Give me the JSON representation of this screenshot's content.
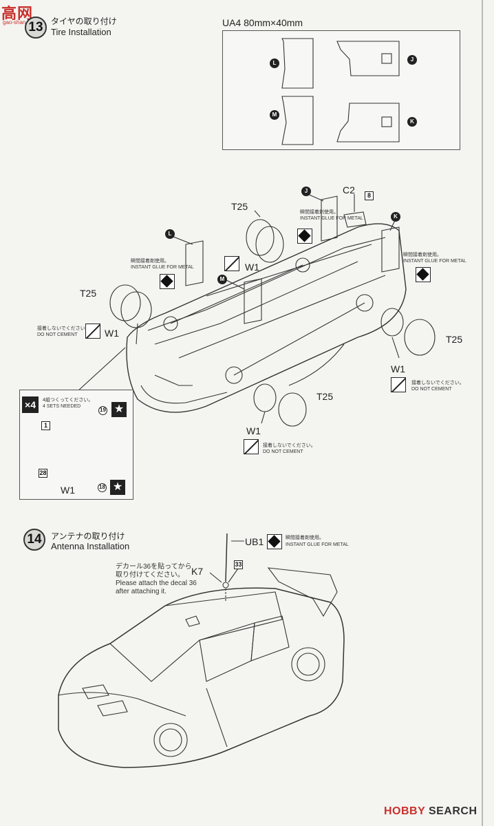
{
  "watermark": {
    "logo": "高网",
    "url": "gao-shan.com"
  },
  "step13": {
    "number": "13",
    "title_jp": "タイヤの取り付け",
    "title_en": "Tire Installation",
    "decal_sheet": "UA4  80mm×40mm",
    "decal_parts": [
      "L",
      "M",
      "J",
      "K"
    ],
    "callouts": {
      "t25": "T25",
      "w1": "W1",
      "j": "J",
      "k": "K",
      "l": "L",
      "m": "M",
      "c2": "C2",
      "eight": "8"
    },
    "glue_note_jp": "瞬間接着剤使用。",
    "glue_note_en": "INSTANT GLUE FOR METAL",
    "nocement_jp": "接着しないでください。",
    "nocement_en": "DO NOT CEMENT",
    "inset": {
      "multiplier": "×4",
      "sets_jp": "4組つくってください。",
      "sets_en": "4 SETS NEEDED",
      "part_1": "1",
      "part_19": "19",
      "part_28": "28",
      "part_18": "18",
      "wheel": "W1",
      "star": "★"
    }
  },
  "step14": {
    "number": "14",
    "title_jp": "アンテナの取り付け",
    "title_en": "Antenna Installation",
    "ub1": "UB1",
    "k7": "K7",
    "decal_num": "33",
    "glue_note_jp": "瞬間接着剤使用。",
    "glue_note_en": "INSTANT GLUE FOR METAL",
    "decal_note_jp_1": "デカール36を貼ってから",
    "decal_note_jp_2": "取り付けてください。",
    "decal_note_en_1": "Please attach the decal 36",
    "decal_note_en_2": "after attaching it."
  },
  "footer": {
    "brand_a": "HOBBY",
    "brand_b": "SEARCH"
  }
}
